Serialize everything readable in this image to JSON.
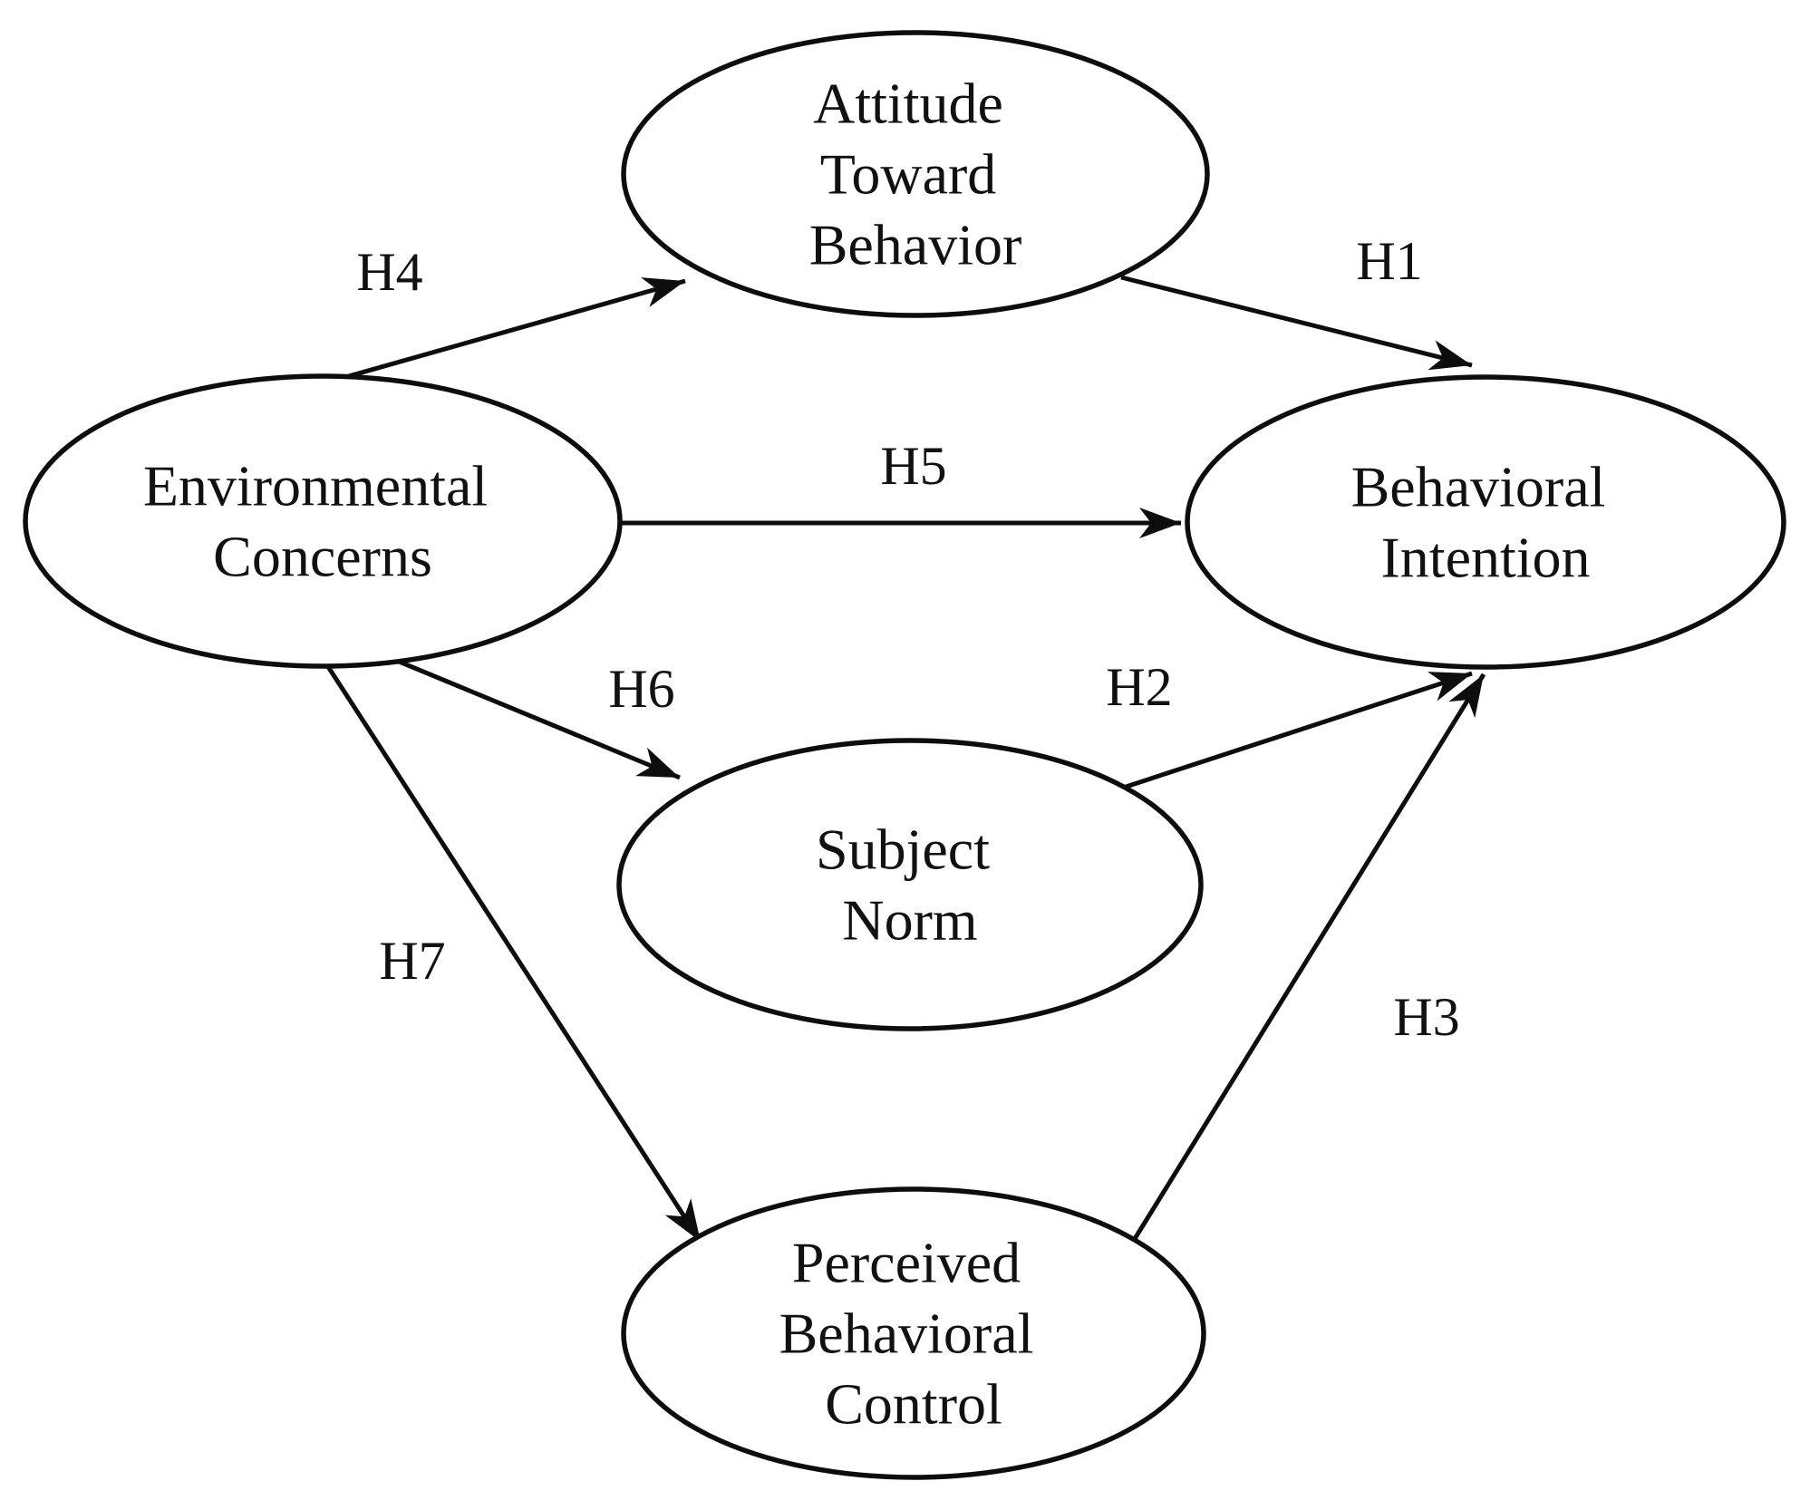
{
  "diagram": {
    "title": "Theory of Planned Behavior research model with hypotheses H1-H7",
    "background_color": "#ffffff",
    "ink_color": "#0d0d0d",
    "nodes": {
      "attitude": {
        "label": "Attitude Toward Behavior",
        "lines": [
          "Attitude",
          "Toward",
          "Behavior"
        ]
      },
      "environmental": {
        "label": "Environmental Concerns",
        "lines": [
          "Environmental",
          "Concerns"
        ]
      },
      "intention": {
        "label": "Behavioral Intention",
        "lines": [
          "Behavioral",
          "Intention"
        ]
      },
      "subject_norm": {
        "label": "Subject Norm",
        "lines": [
          "Subject",
          "Norm"
        ]
      },
      "pbc": {
        "label": "Perceived Behavioral Control",
        "lines": [
          "Perceived",
          "Behavioral",
          "Control"
        ]
      }
    },
    "edges": [
      {
        "id": "H1",
        "label": "H1",
        "from": "attitude",
        "to": "intention"
      },
      {
        "id": "H2",
        "label": "H2",
        "from": "subject_norm",
        "to": "intention"
      },
      {
        "id": "H3",
        "label": "H3",
        "from": "pbc",
        "to": "intention"
      },
      {
        "id": "H4",
        "label": "H4",
        "from": "environmental",
        "to": "attitude"
      },
      {
        "id": "H5",
        "label": "H5",
        "from": "environmental",
        "to": "intention"
      },
      {
        "id": "H6",
        "label": "H6",
        "from": "environmental",
        "to": "subject_norm"
      },
      {
        "id": "H7",
        "label": "H7",
        "from": "environmental",
        "to": "pbc"
      }
    ]
  }
}
